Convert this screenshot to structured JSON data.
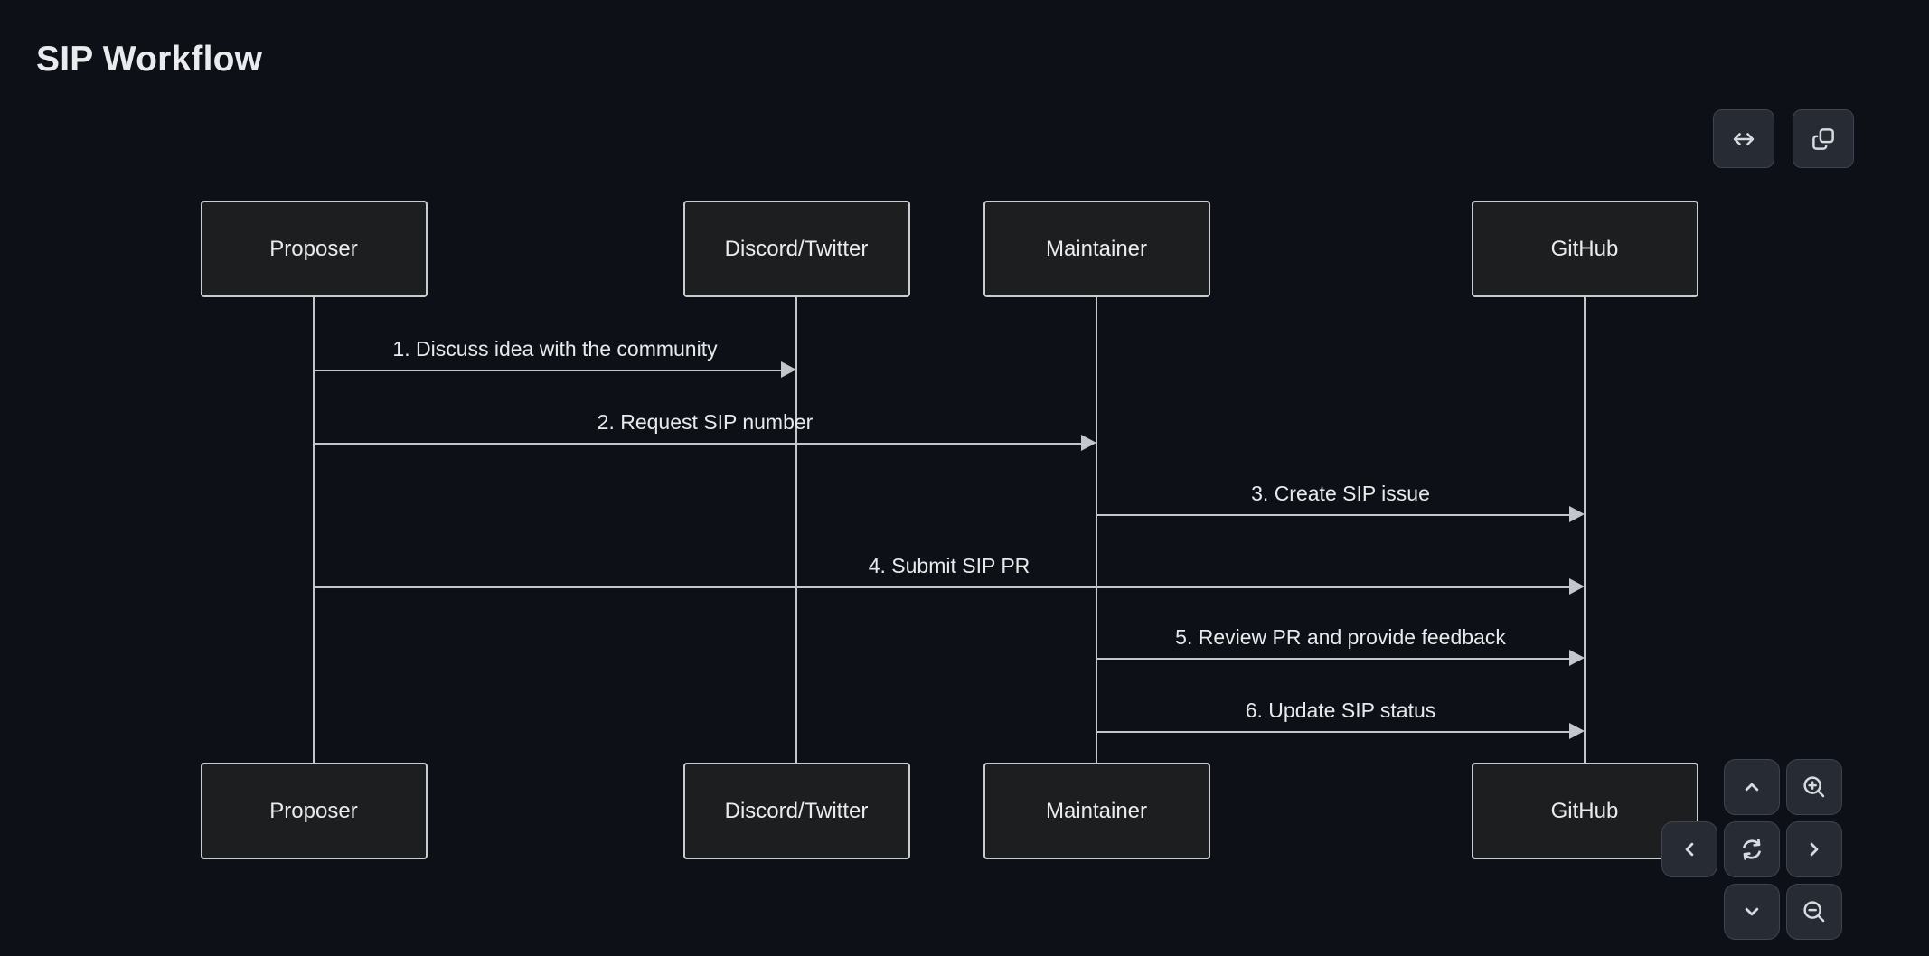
{
  "page": {
    "title": "SIP Workflow",
    "background_color": "#0d1117"
  },
  "diagram": {
    "type": "sequence",
    "actors": [
      {
        "id": "proposer",
        "label": "Proposer"
      },
      {
        "id": "discord-twitter",
        "label": "Discord/Twitter"
      },
      {
        "id": "maintainer",
        "label": "Maintainer"
      },
      {
        "id": "github",
        "label": "GitHub"
      }
    ],
    "messages": [
      {
        "seq": 1,
        "label": "1. Discuss idea with the community",
        "from": "proposer",
        "to": "discord-twitter"
      },
      {
        "seq": 2,
        "label": "2. Request SIP number",
        "from": "proposer",
        "to": "maintainer"
      },
      {
        "seq": 3,
        "label": "3. Create SIP issue",
        "from": "maintainer",
        "to": "github"
      },
      {
        "seq": 4,
        "label": "4. Submit SIP PR",
        "from": "proposer",
        "to": "github"
      },
      {
        "seq": 5,
        "label": "5. Review PR and provide feedback",
        "from": "maintainer",
        "to": "github"
      },
      {
        "seq": 6,
        "label": "6. Update SIP status",
        "from": "maintainer",
        "to": "github"
      }
    ],
    "colors": {
      "actor_fill": "#1d1e20",
      "actor_border": "#c9ccd2",
      "line": "#c3c6cb",
      "text": "#e8e9eb"
    }
  },
  "toolbar": {
    "buttons": [
      {
        "name": "fit-width",
        "icon": "arrows-left-right-icon"
      },
      {
        "name": "copy",
        "icon": "copy-icon"
      }
    ],
    "button_bg": "#262b34"
  },
  "pan_zoom_controls": {
    "buttons": [
      {
        "name": "pan-up",
        "icon": "chevron-up-icon"
      },
      {
        "name": "zoom-in",
        "icon": "zoom-in-icon"
      },
      {
        "name": "pan-left",
        "icon": "chevron-left-icon"
      },
      {
        "name": "reset-view",
        "icon": "refresh-icon"
      },
      {
        "name": "pan-right",
        "icon": "chevron-right-icon"
      },
      {
        "name": "pan-down",
        "icon": "chevron-down-icon"
      },
      {
        "name": "zoom-out",
        "icon": "zoom-out-icon"
      }
    ]
  }
}
